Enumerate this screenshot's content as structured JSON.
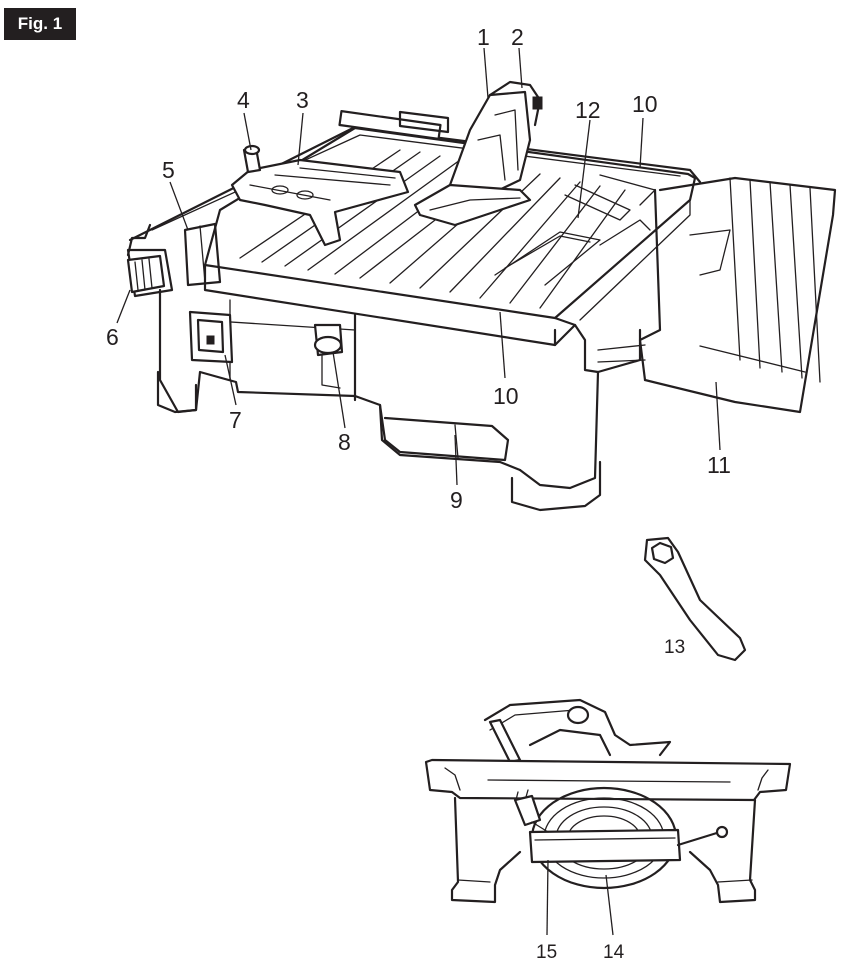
{
  "figure": {
    "label": "Fig. 1"
  },
  "callouts": {
    "c1": "1",
    "c2": "2",
    "c3": "3",
    "c4": "4",
    "c5": "5",
    "c6": "6",
    "c7": "7",
    "c8": "8",
    "c9": "9",
    "c10a": "10",
    "c10b": "10",
    "c11": "11",
    "c12": "12",
    "c13": "13",
    "c14": "14",
    "c15": "15"
  }
}
